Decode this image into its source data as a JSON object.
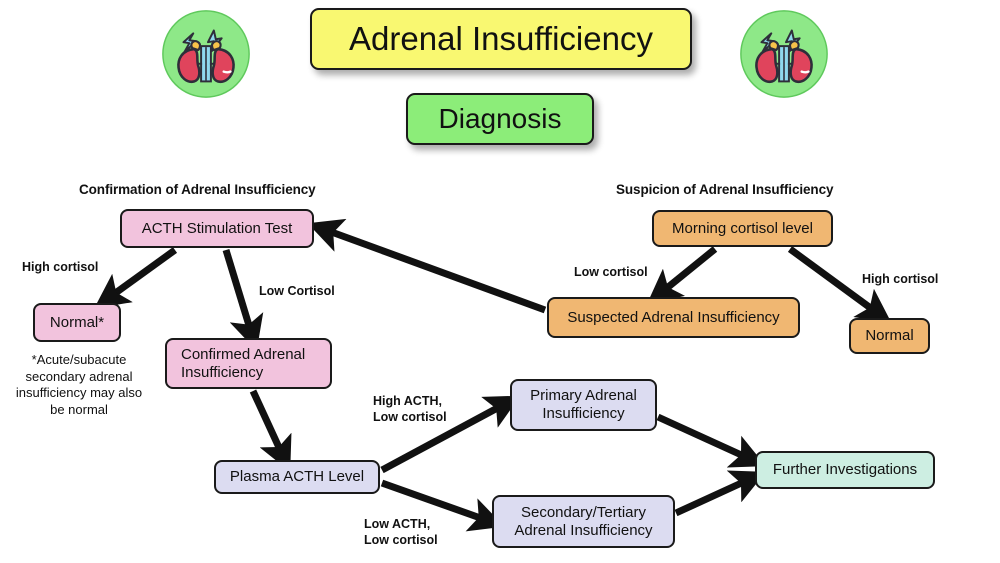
{
  "header": {
    "title": "Adrenal Insufficiency",
    "subtitle": "Diagnosis",
    "icon_left": "kidneys-adrenal-icon",
    "icon_right": "kidneys-adrenal-icon"
  },
  "sections": {
    "left_heading": "Confirmation of Adrenal Insufficiency",
    "right_heading": "Suspicion of Adrenal Insufficiency"
  },
  "nodes": {
    "acth_stimulation_test": "ACTH Stimulation Test",
    "normal_star": "Normal*",
    "confirmed_ai": "Confirmed Adrenal Insufficiency",
    "plasma_acth_level": "Plasma ACTH Level",
    "morning_cortisol": "Morning cortisol level",
    "suspected_ai": "Suspected Adrenal Insufficiency",
    "normal": "Normal",
    "primary_ai": "Primary Adrenal Insufficiency",
    "secondary_tertiary_ai": "Secondary/Tertiary Adrenal Insufficiency",
    "further_investigations": "Further Investigations"
  },
  "edge_labels": {
    "high_cortisol_left": "High cortisol",
    "low_cortisol_left": "Low Cortisol",
    "low_cortisol_right": "Low cortisol",
    "high_cortisol_right": "High cortisol",
    "high_acth_low_cortisol": "High ACTH,\nLow cortisol",
    "low_acth_low_cortisol": "Low ACTH,\nLow cortisol"
  },
  "footnote": "*Acute/subacute secondary adrenal insufficiency may also be normal",
  "colors": {
    "title_yellow": "#f9f871",
    "subtitle_green": "#8ced79",
    "node_pink": "#f2c3dd",
    "node_orange": "#f0b772",
    "node_lavender": "#dcdcf1",
    "node_teal": "#cdeee2",
    "stroke": "#1a1a1a",
    "background": "#ffffff"
  },
  "chart_data": {
    "type": "diagram",
    "title": "Adrenal Insufficiency — Diagnosis",
    "flow": [
      {
        "from": "Morning cortisol level",
        "to": "Suspected Adrenal Insufficiency",
        "label": "Low cortisol"
      },
      {
        "from": "Morning cortisol level",
        "to": "Normal",
        "label": "High cortisol"
      },
      {
        "from": "Suspected Adrenal Insufficiency",
        "to": "ACTH Stimulation Test",
        "label": ""
      },
      {
        "from": "ACTH Stimulation Test",
        "to": "Normal*",
        "label": "High cortisol"
      },
      {
        "from": "ACTH Stimulation Test",
        "to": "Confirmed Adrenal Insufficiency",
        "label": "Low Cortisol"
      },
      {
        "from": "Confirmed Adrenal Insufficiency",
        "to": "Plasma ACTH Level",
        "label": ""
      },
      {
        "from": "Plasma ACTH Level",
        "to": "Primary Adrenal Insufficiency",
        "label": "High ACTH, Low cortisol"
      },
      {
        "from": "Plasma ACTH Level",
        "to": "Secondary/Tertiary Adrenal Insufficiency",
        "label": "Low ACTH, Low cortisol"
      },
      {
        "from": "Primary Adrenal Insufficiency",
        "to": "Further Investigations",
        "label": ""
      },
      {
        "from": "Secondary/Tertiary Adrenal Insufficiency",
        "to": "Further Investigations",
        "label": ""
      }
    ]
  }
}
